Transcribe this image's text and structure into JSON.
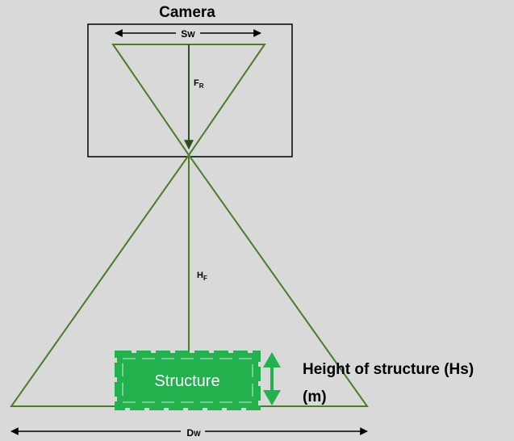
{
  "diagram": {
    "camera_label": "Camera",
    "sensor_width": {
      "main": "S",
      "sub": "W"
    },
    "focal_length": {
      "main": "F",
      "sub": "R"
    },
    "flight_height": {
      "main": "H",
      "sub": "F"
    },
    "ground_width": {
      "main": "D",
      "sub": "W"
    },
    "structure_label": "Structure",
    "structure_height_line1": "Height of structure (Hs)",
    "structure_height_line2": "(m)"
  },
  "colors": {
    "background": "#d9d9d9",
    "geometry_lines": "#4e7a2a",
    "structure_fill": "#22b14c",
    "arrow_green": "#22b14c",
    "text": "#000000"
  }
}
